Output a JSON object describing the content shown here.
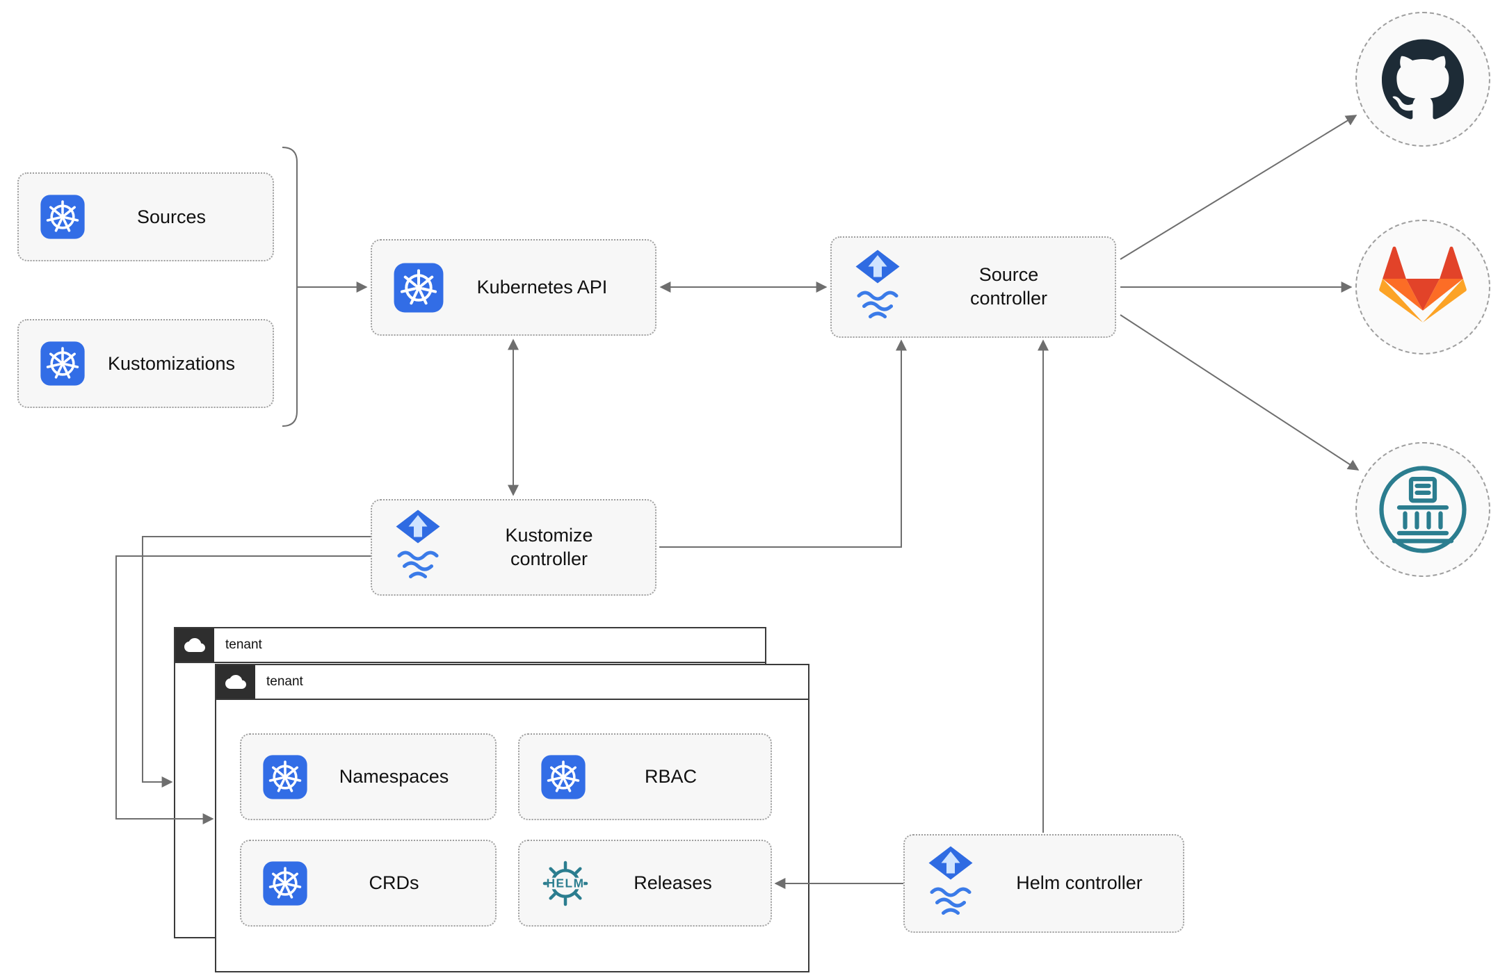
{
  "nodes": {
    "sources": "Sources",
    "kustomizations": "Kustomizations",
    "kubernetes_api": "Kubernetes API",
    "source_controller": "Source controller",
    "kustomize_controller": "Kustomize controller",
    "helm_controller": "Helm controller",
    "namespaces": "Namespaces",
    "rbac": "RBAC",
    "crds": "CRDs",
    "releases": "Releases"
  },
  "containers": {
    "tenant_back": "tenant",
    "tenant_front": "tenant"
  },
  "logos": {
    "helm_text": "HELM",
    "kubernetes": "kubernetes-logo",
    "flux": "flux-logo",
    "github": "github-logo",
    "gitlab": "gitlab-logo",
    "chartmuseum": "chartmuseum-logo",
    "cloud": "cloud-icon"
  },
  "colors": {
    "kubernetes_blue": "#326de6",
    "flux_blue": "#2f6be2",
    "flux_arrow_light": "#cfe3ff",
    "helm_teal": "#2b7d8f",
    "github_dark": "#1d2b36",
    "gitlab_red": "#e24329",
    "gitlab_orange": "#fc6d26",
    "gitlab_yellow": "#fca326",
    "node_background": "#f7f7f7",
    "node_border": "#9e9e9e",
    "tenant_border": "#3a3a3a",
    "arrow": "#6e6e6e"
  },
  "edges": [
    {
      "from": "sources-and-kustomizations",
      "to": "kubernetes-api",
      "type": "arrow"
    },
    {
      "from": "kubernetes-api",
      "to": "source-controller",
      "type": "bidirectional"
    },
    {
      "from": "kubernetes-api",
      "to": "kustomize-controller",
      "type": "bidirectional"
    },
    {
      "from": "kustomize-controller",
      "to": "source-controller",
      "type": "arrow"
    },
    {
      "from": "helm-controller",
      "to": "source-controller",
      "type": "arrow"
    },
    {
      "from": "source-controller",
      "to": "github",
      "type": "arrow"
    },
    {
      "from": "source-controller",
      "to": "gitlab",
      "type": "arrow"
    },
    {
      "from": "source-controller",
      "to": "chartmuseum",
      "type": "arrow"
    },
    {
      "from": "kustomize-controller",
      "to": "tenant-back",
      "type": "arrow"
    },
    {
      "from": "kustomize-controller",
      "to": "tenant-front",
      "type": "arrow"
    },
    {
      "from": "helm-controller",
      "to": "releases",
      "type": "arrow"
    }
  ]
}
